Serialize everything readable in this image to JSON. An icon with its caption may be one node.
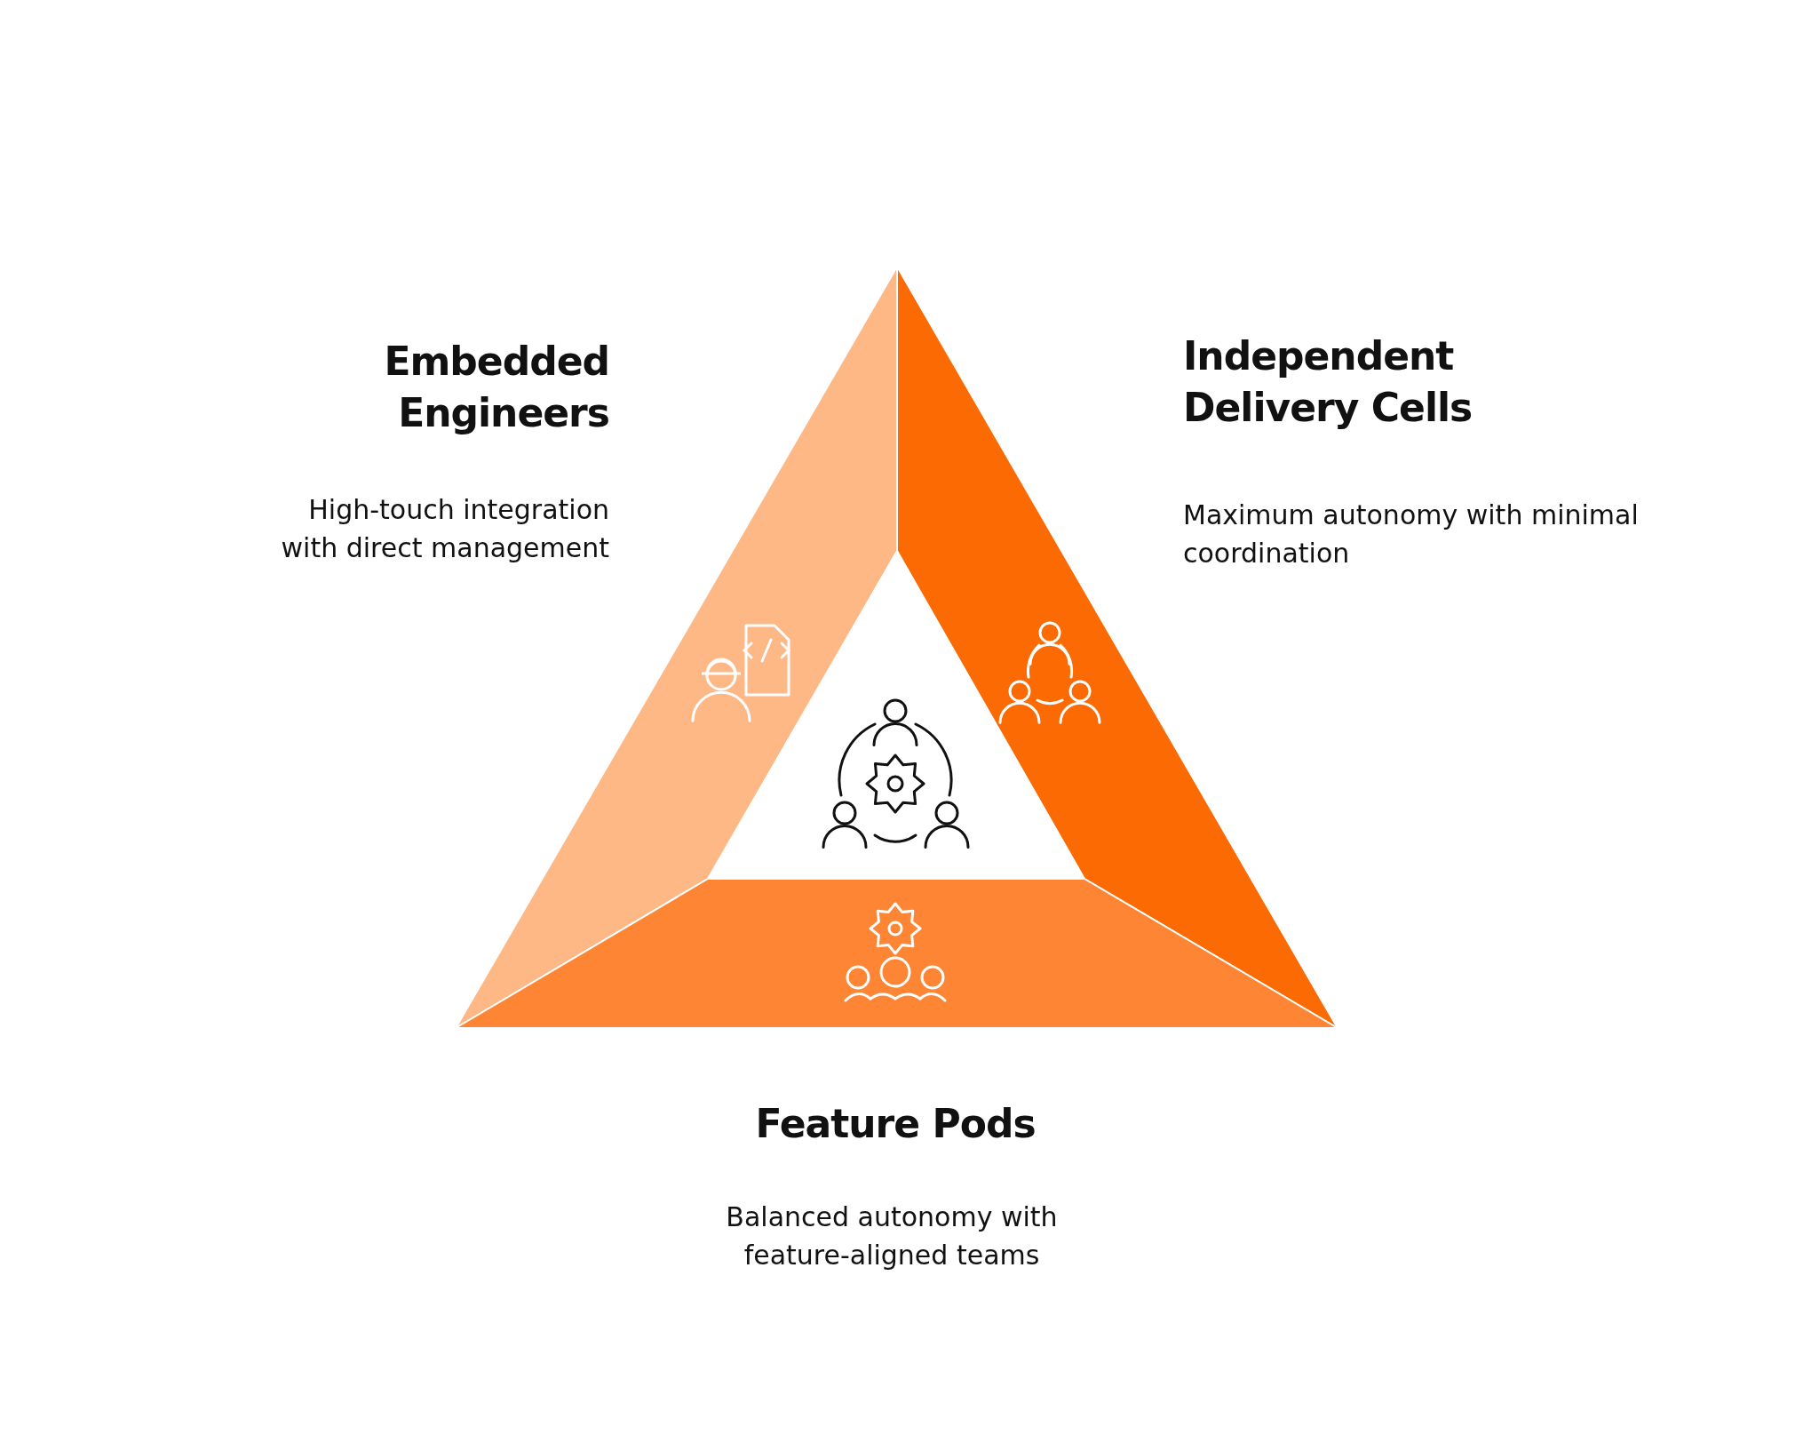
{
  "diagram": {
    "labels": [
      "Embedded Engineers",
      "High-touch integration with direct management",
      "Independent Delivery Cells",
      "Maximum autonomy with minimal coordination",
      "Feature Pods",
      "Balanced autonomy with feature-aligned teams"
    ]
  }
}
